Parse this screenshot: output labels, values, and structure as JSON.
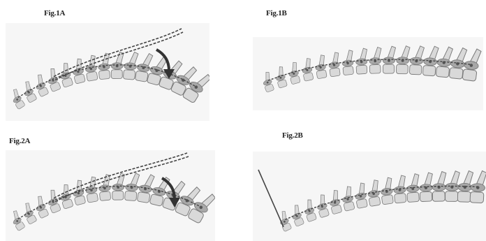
{
  "figures": [
    {
      "label": "Fig.1A",
      "has_rod": true,
      "has_arrow": true,
      "has_wire": false
    },
    {
      "label": "Fig.1B",
      "has_rod": false,
      "has_arrow": false,
      "has_wire": false
    },
    {
      "label": "Fig.2A",
      "has_rod": true,
      "has_arrow": true,
      "has_wire": false
    },
    {
      "label": "Fig.2B",
      "has_rod": false,
      "has_arrow": false,
      "has_wire": true
    }
  ],
  "colors": {
    "bone_fill": "#d9d9d9",
    "bone_stroke": "#7a7a7a",
    "bone_shadow": "#a8a8a8",
    "panel_bg": "#eeeeee",
    "rod": "#444444",
    "arrow": "#333333"
  }
}
